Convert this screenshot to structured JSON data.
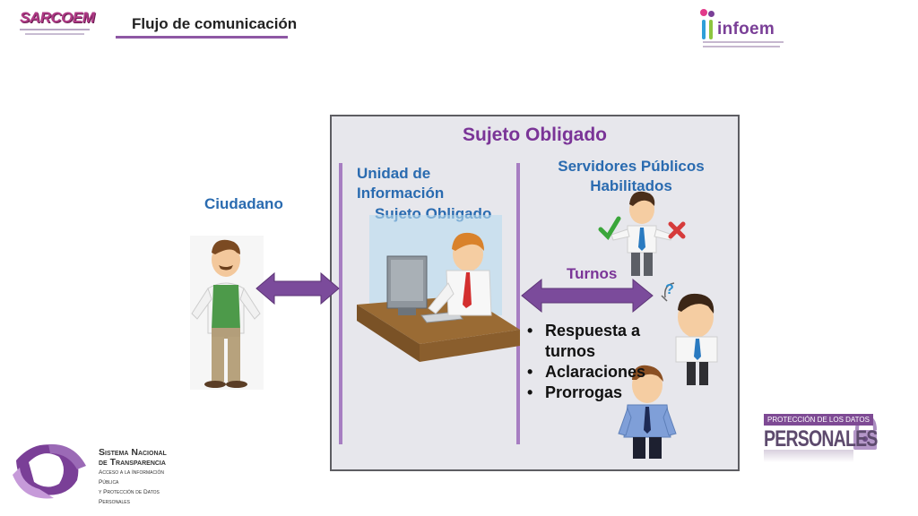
{
  "header": {
    "title": "Flujo de comunicación",
    "left_logo": "SARCOEM",
    "right_logo": "infoem"
  },
  "diagram": {
    "panel_title": "Sujeto Obligado",
    "unit_label_line1": "Unidad de",
    "unit_label_line2": "Información",
    "unit_label_line3": "Sujeto Obligado",
    "servers_label_line1": "Servidores Públicos",
    "servers_label_line2": "Habilitados",
    "citizen_label": "Ciudadano",
    "turnos_label": "Turnos",
    "bullets": [
      {
        "line1": "Respuesta a",
        "line2": "turnos"
      },
      {
        "line1": "Aclaraciones",
        "line2": ""
      },
      {
        "line1": "Prorrogas",
        "line2": ""
      }
    ],
    "bullet_symbol": "•"
  },
  "footer": {
    "sn_line1": "Sistema Nacional",
    "sn_line2": "de Transparencia",
    "sn_line3": "Acceso a la Información Pública",
    "sn_line4": "y Protección de Datos Personales",
    "datos_header": "PROTECCIÓN DE LOS DATOS",
    "datos_big": "PERSONALES"
  },
  "colors": {
    "accent_purple": "#7a3497",
    "label_blue": "#2a6bb0",
    "arrow_purple": "#7b4b9b",
    "panel_bg": "#e7e7ec"
  }
}
